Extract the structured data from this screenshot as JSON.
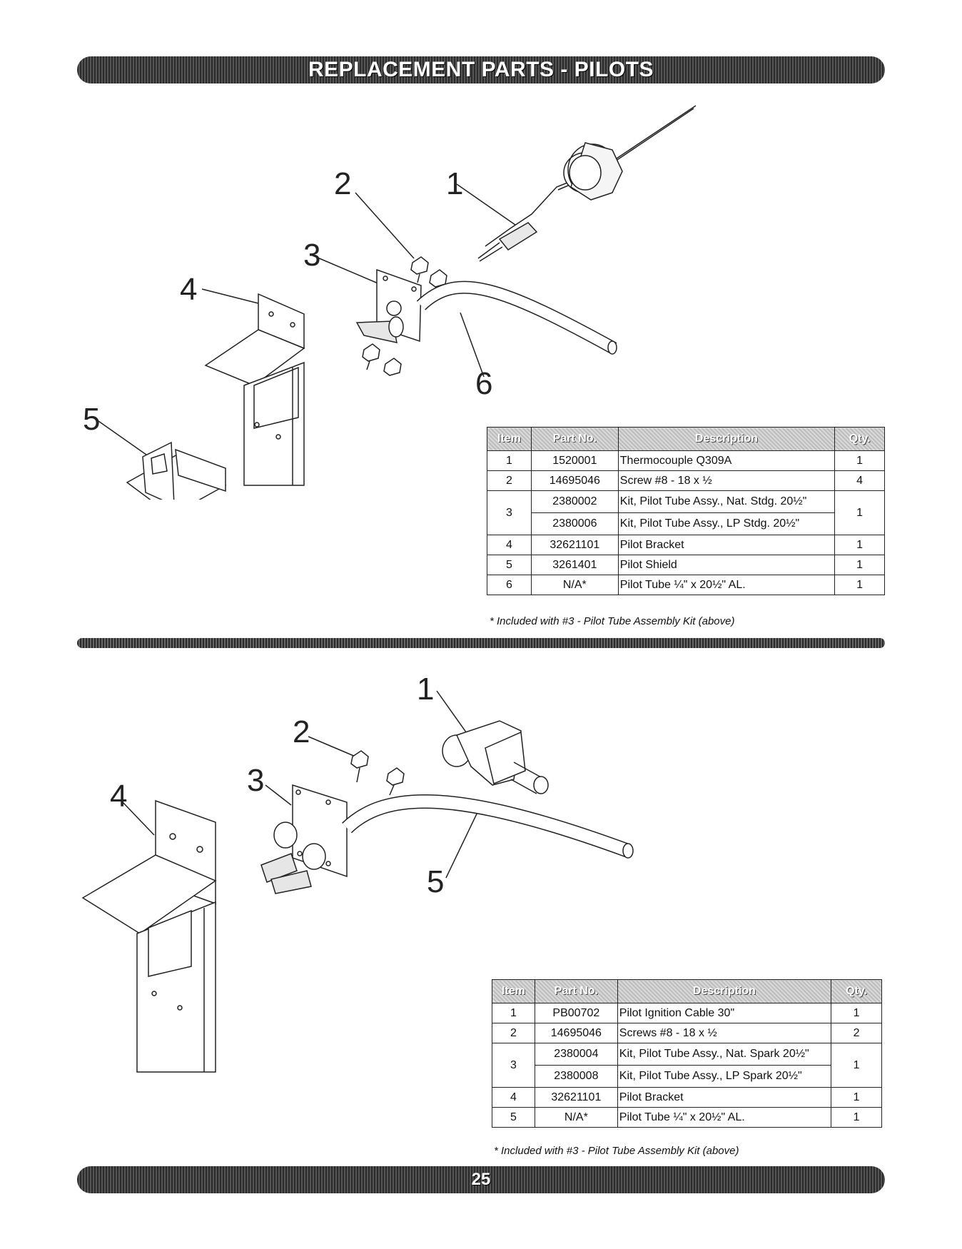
{
  "header": {
    "title": "REPLACEMENT PARTS - PILOTS"
  },
  "section1": {
    "callouts": [
      "1",
      "2",
      "3",
      "4",
      "5",
      "6"
    ],
    "table": {
      "headers": [
        "Item",
        "Part No.",
        "Description",
        "Qty."
      ],
      "rows": [
        {
          "item": "1",
          "part": "1520001",
          "desc": "Thermocouple Q309A",
          "qty": "1"
        },
        {
          "item": "2",
          "part": "14695046",
          "desc": "Screw #8 - 18 x ½",
          "qty": "4"
        },
        {
          "item": "3",
          "part": "2380002",
          "desc": "Kit, Pilot Tube Assy., Nat. Stdg. 20½\"",
          "qty": "1"
        },
        {
          "item": "",
          "part": "2380006",
          "desc": "Kit, Pilot Tube Assy., LP Stdg. 20½\"",
          "qty": ""
        },
        {
          "item": "4",
          "part": "32621101",
          "desc": "Pilot Bracket",
          "qty": "1"
        },
        {
          "item": "5",
          "part": "3261401",
          "desc": "Pilot Shield",
          "qty": "1"
        },
        {
          "item": "6",
          "part": "N/A*",
          "desc": "Pilot Tube ¼\" x 20½\" AL.",
          "qty": "1"
        }
      ]
    },
    "note": "* Included with #3 - Pilot Tube Assembly Kit (above)"
  },
  "section2": {
    "callouts": [
      "1",
      "2",
      "3",
      "4",
      "5"
    ],
    "table": {
      "headers": [
        "Item",
        "Part No.",
        "Description",
        "Qty."
      ],
      "rows": [
        {
          "item": "1",
          "part": "PB00702",
          "desc": "Pilot Ignition Cable 30\"",
          "qty": "1"
        },
        {
          "item": "2",
          "part": "14695046",
          "desc": "Screws #8 - 18 x ½",
          "qty": "2"
        },
        {
          "item": "3",
          "part": "2380004",
          "desc": "Kit, Pilot Tube Assy., Nat. Spark 20½\"",
          "qty": "1"
        },
        {
          "item": "",
          "part": "2380008",
          "desc": "Kit, Pilot Tube Assy., LP Spark 20½\"",
          "qty": ""
        },
        {
          "item": "4",
          "part": "32621101",
          "desc": "Pilot Bracket",
          "qty": "1"
        },
        {
          "item": "5",
          "part": "N/A*",
          "desc": "Pilot Tube ¼\" x 20½\" AL.",
          "qty": "1"
        }
      ]
    },
    "note": "* Included with #3 - Pilot Tube Assembly Kit (above)"
  },
  "footer": {
    "page_number": "25"
  }
}
